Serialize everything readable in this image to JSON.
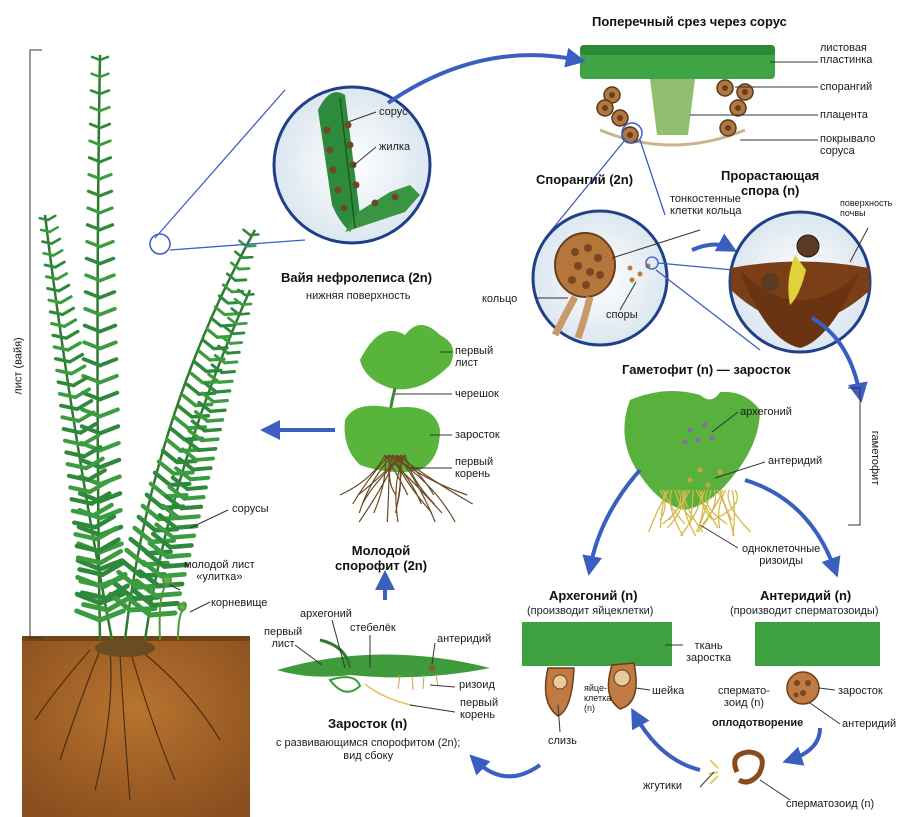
{
  "titles": {
    "cross_section": "Поперечный срез через сорус",
    "vaia": "Вайя нефролеписа (2n)",
    "vaia_sub": "нижняя поверхность",
    "sporangium": "Спорангий (2n)",
    "spore": "Прорастающая\nспора (n)",
    "gametophyte": "Гаметофит (n) — заросток",
    "young_sporophyte": "Молодой\nспорофит (2n)",
    "archegonium": "Архегоний (n)",
    "archegonium_sub": "(производит яйцеклетки)",
    "antheridium": "Антеридий (n)",
    "antheridium_sub": "(производит сперматозоиды)",
    "prothallus": "Заросток (n)",
    "prothallus_sub": "с развивающимся спорофитом (2n);\nвид сбоку"
  },
  "labels": {
    "leaf_blade": "листовая\nпластинка",
    "sporangium": "спорангий",
    "placenta": "плацента",
    "indusium": "покрывало\nсоруса",
    "sorus": "сорус",
    "vein": "жилка",
    "thin_walled": "тонкостенные\nклетки кольца",
    "soil_surface": "поверхность\nпочвы",
    "ring": "кольцо",
    "spores": "споры",
    "leaf_frond": "лист (вайя)",
    "sori": "сорусы",
    "young_leaf": "молодой лист\n«улитка»",
    "rhizome": "корневище",
    "first_leaf": "первый\nлист",
    "petiole": "черешок",
    "prothallus": "заросток",
    "first_root": "первый\nкорень",
    "archegonium": "архегоний",
    "antheridium": "антеридий",
    "gametophyte_side": "гаметофит",
    "unicellular_rhizoids": "одноклеточные\nризоиды",
    "pt_archegonium": "архегоний",
    "pt_first_leaf": "первый\nлист",
    "pt_stem": "стебелёк",
    "pt_antheridium": "антеридий",
    "pt_rhizoid": "ризоид",
    "pt_first_root": "первый\nкорень",
    "tissue": "ткань\nзаростка",
    "egg": "яйце-\nклетка\n(n)",
    "neck": "шейка",
    "mucus": "слизь",
    "sperm_n": "сперматo-\nзоид (n)",
    "prothallus_r": "заросток",
    "fertilization": "оплодотворение",
    "antheridium_r": "антеридий",
    "flagella": "жгутики",
    "sperm_bottom": "сперматозоид (n)"
  },
  "colors": {
    "arrow": "#3b5fc0",
    "leaf": "#2f8a3a",
    "leaf_light": "#5bb548",
    "soil": "#a8642a",
    "sporangium": "#a86a3a"
  }
}
